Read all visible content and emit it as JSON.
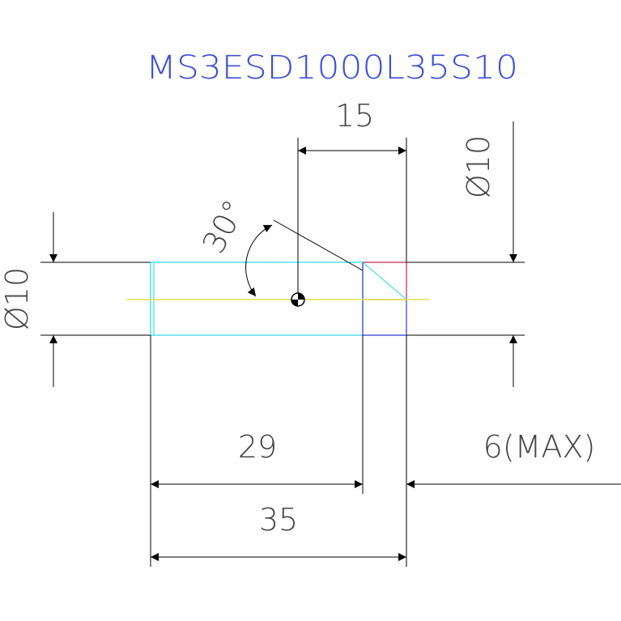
{
  "drawing": {
    "part_number": "MS3ESD1000L35S10",
    "dimensions": {
      "top_width": "15",
      "right_diameter": "Ø10",
      "left_diameter": "Ø10",
      "angle": "30°",
      "length_29": "29",
      "length_35": "35",
      "max_6": "6(MAX)"
    }
  },
  "colors": {
    "title": "#3d4fd8",
    "outline": "#000000",
    "cyan": "#26d4f0",
    "blue": "#2a3bd6",
    "red": "#c8264c",
    "yellow": "#e8e24a"
  }
}
